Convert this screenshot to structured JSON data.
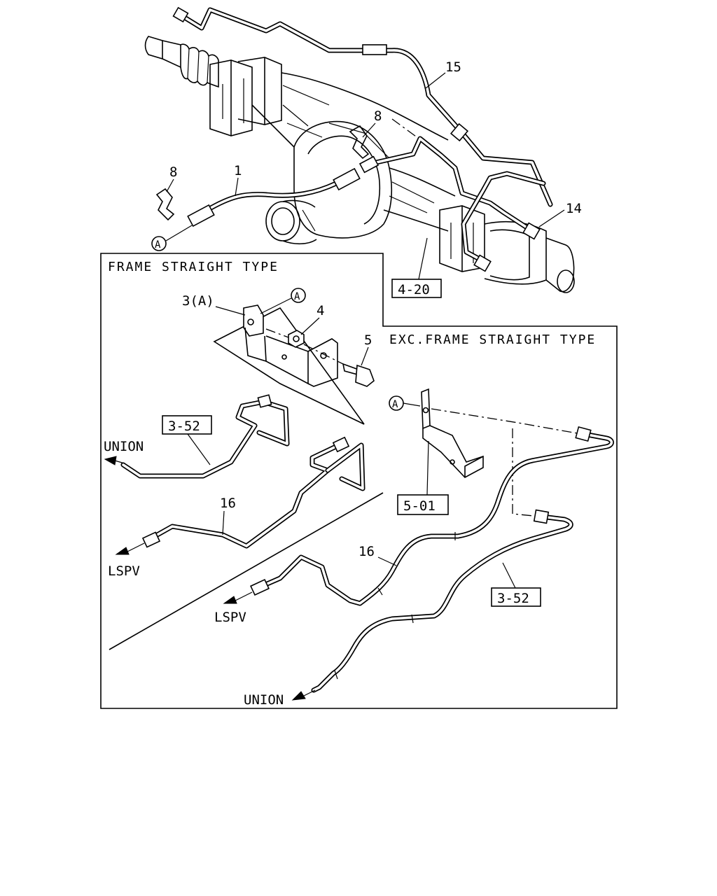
{
  "labels": {
    "part_1": "1",
    "part_8a": "8",
    "part_8b": "8",
    "part_14": "14",
    "part_15": "15",
    "part_3a": "3(A)",
    "part_4": "4",
    "part_5": "5",
    "part_16_left": "16",
    "part_16_right": "16",
    "ref_4_20": "4-20",
    "ref_3_52_left": "3-52",
    "ref_5_01": "5-01",
    "ref_3_52_right": "3-52",
    "callout_a_main": "A",
    "callout_a_left": "A",
    "callout_a_right": "A"
  },
  "panels": {
    "left_title": "FRAME STRAIGHT TYPE",
    "right_title": "EXC.FRAME STRAIGHT TYPE"
  },
  "destinations": {
    "union_left": "UNION",
    "lspv_left": "LSPV",
    "lspv_right": "LSPV",
    "union_right": "UNION"
  }
}
